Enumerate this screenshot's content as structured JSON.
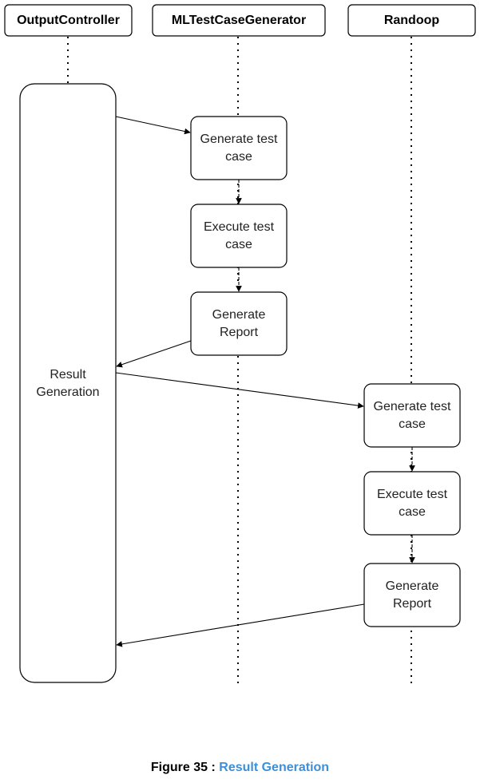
{
  "lifelines": [
    {
      "id": "output",
      "label": "OutputController"
    },
    {
      "id": "ml",
      "label": "MLTestCaseGenerator"
    },
    {
      "id": "randoop",
      "label": "Randoop"
    }
  ],
  "activation": {
    "line1": "Result",
    "line2": "Generation"
  },
  "ml_steps": [
    {
      "line1": "Generate test",
      "line2": "case"
    },
    {
      "line1": "Execute test",
      "line2": "case"
    },
    {
      "line1": "Generate",
      "line2": "Report"
    }
  ],
  "randoop_steps": [
    {
      "line1": "Generate test",
      "line2": "case"
    },
    {
      "line1": "Execute test",
      "line2": "case"
    },
    {
      "line1": "Generate",
      "line2": "Report"
    }
  ],
  "caption": {
    "prefix": "Figure 35 : ",
    "title": "Result Generation"
  },
  "colors": {
    "stroke": "#000000",
    "caption_accent": "#3d8fd8"
  }
}
